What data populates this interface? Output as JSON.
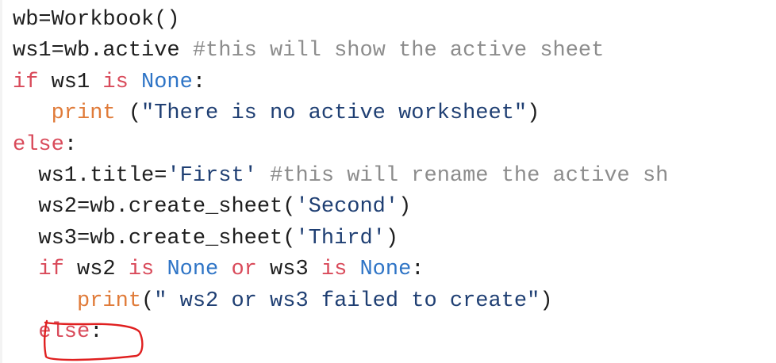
{
  "code_lines": [
    {
      "indent": "",
      "tokens": [
        {
          "t": "wb=Workbook()",
          "c": "tx"
        }
      ]
    },
    {
      "indent": "",
      "tokens": [
        {
          "t": "ws1=wb.active ",
          "c": "tx"
        },
        {
          "t": "#this will show the active sheet",
          "c": "cm"
        }
      ]
    },
    {
      "indent": "",
      "tokens": [
        {
          "t": "if",
          "c": "kw"
        },
        {
          "t": " ws1 ",
          "c": "tx"
        },
        {
          "t": "is",
          "c": "kw"
        },
        {
          "t": " ",
          "c": "tx"
        },
        {
          "t": "None",
          "c": "cn"
        },
        {
          "t": ":",
          "c": "tx"
        }
      ]
    },
    {
      "indent": "   ",
      "tokens": [
        {
          "t": "print",
          "c": "fn"
        },
        {
          "t": " (",
          "c": "tx"
        },
        {
          "t": "\"There is no active worksheet\"",
          "c": "str"
        },
        {
          "t": ")",
          "c": "tx"
        }
      ]
    },
    {
      "indent": "",
      "tokens": [
        {
          "t": "else",
          "c": "kw"
        },
        {
          "t": ":",
          "c": "tx"
        }
      ]
    },
    {
      "indent": "  ",
      "tokens": [
        {
          "t": "ws1.title=",
          "c": "tx"
        },
        {
          "t": "'First'",
          "c": "str"
        },
        {
          "t": " ",
          "c": "tx"
        },
        {
          "t": "#this will rename the active sh",
          "c": "cm"
        }
      ]
    },
    {
      "indent": "  ",
      "tokens": [
        {
          "t": "ws2=wb.create_sheet(",
          "c": "tx"
        },
        {
          "t": "'Second'",
          "c": "str"
        },
        {
          "t": ")",
          "c": "tx"
        }
      ]
    },
    {
      "indent": "  ",
      "tokens": [
        {
          "t": "ws3=wb.create_sheet(",
          "c": "tx"
        },
        {
          "t": "'Third'",
          "c": "str"
        },
        {
          "t": ")",
          "c": "tx"
        }
      ]
    },
    {
      "indent": "  ",
      "tokens": [
        {
          "t": "if",
          "c": "kw"
        },
        {
          "t": " ws2 ",
          "c": "tx"
        },
        {
          "t": "is",
          "c": "kw"
        },
        {
          "t": " ",
          "c": "tx"
        },
        {
          "t": "None",
          "c": "cn"
        },
        {
          "t": " ",
          "c": "tx"
        },
        {
          "t": "or",
          "c": "kw"
        },
        {
          "t": " ws3 ",
          "c": "tx"
        },
        {
          "t": "is",
          "c": "kw"
        },
        {
          "t": " ",
          "c": "tx"
        },
        {
          "t": "None",
          "c": "cn"
        },
        {
          "t": ":",
          "c": "tx"
        }
      ]
    },
    {
      "indent": "     ",
      "tokens": [
        {
          "t": "print",
          "c": "fn"
        },
        {
          "t": "(",
          "c": "tx"
        },
        {
          "t": "\" ws2 or ws3 failed to create\"",
          "c": "str"
        },
        {
          "t": ")",
          "c": "tx"
        }
      ]
    },
    {
      "indent": "  ",
      "tokens": [
        {
          "t": "else",
          "c": "kw"
        },
        {
          "t": ":",
          "c": "tx"
        }
      ]
    }
  ],
  "colors": {
    "keyword": "#d94a5a",
    "constant": "#2e74c6",
    "builtin": "#e07b39",
    "string": "#1f3f73",
    "comment": "#8c8c8c",
    "text": "#1e1e1e",
    "annotation": "#e02020"
  }
}
